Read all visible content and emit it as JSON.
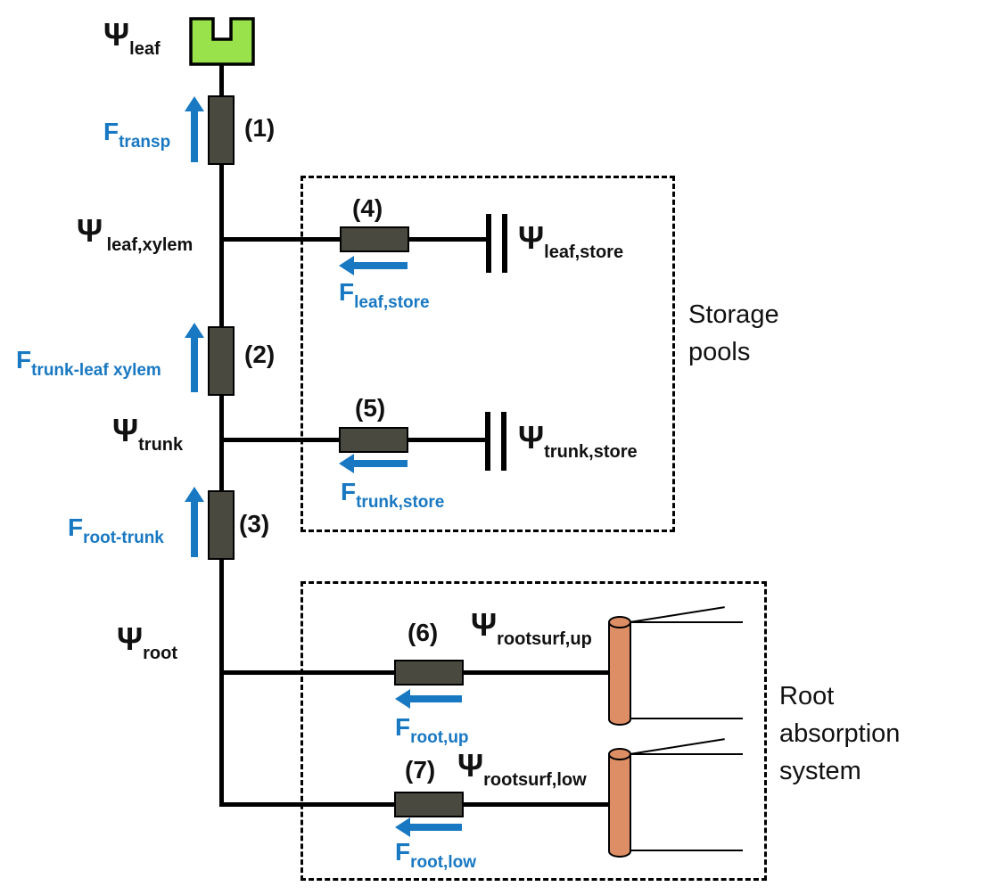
{
  "nodes": {
    "leaf": {
      "symbol": "Ψ",
      "subscript": "leaf"
    },
    "leaf_xylem": {
      "symbol": "Ψ",
      "subscript": "leaf,xylem"
    },
    "trunk": {
      "symbol": "Ψ",
      "subscript": "trunk"
    },
    "root": {
      "symbol": "Ψ",
      "subscript": "root"
    },
    "leaf_store": {
      "symbol": "Ψ",
      "subscript": "leaf,store"
    },
    "trunk_store": {
      "symbol": "Ψ",
      "subscript": "trunk,store"
    },
    "rootsurf_up": {
      "symbol": "Ψ",
      "subscript": "rootsurf,up"
    },
    "rootsurf_low": {
      "symbol": "Ψ",
      "subscript": "rootsurf,low"
    }
  },
  "fluxes": {
    "transp": {
      "symbol": "F",
      "subscript": "transp",
      "direction": "up"
    },
    "trunk_leaf_xylem": {
      "symbol": "F",
      "subscript": "trunk-leaf xylem",
      "direction": "up"
    },
    "root_trunk": {
      "symbol": "F",
      "subscript": "root-trunk",
      "direction": "up"
    },
    "leaf_store": {
      "symbol": "F",
      "subscript": "leaf,store",
      "direction": "left"
    },
    "trunk_store": {
      "symbol": "F",
      "subscript": "trunk,store",
      "direction": "left"
    },
    "root_up": {
      "symbol": "F",
      "subscript": "root,up",
      "direction": "left"
    },
    "root_low": {
      "symbol": "F",
      "subscript": "root,low",
      "direction": "left"
    }
  },
  "resistors": {
    "r1": "(1)",
    "r2": "(2)",
    "r3": "(3)",
    "r4": "(4)",
    "r5": "(5)",
    "r6": "(6)",
    "r7": "(7)"
  },
  "regions": {
    "storage_pools": "Storage pools",
    "root_absorption": "Root absorption system"
  },
  "colors": {
    "flux_arrow": "#1878c2",
    "resistor_fill": "#4a4940",
    "leaf_fill": "#9ae24b",
    "root_fill": "#dd8e64",
    "line": "#000000"
  }
}
